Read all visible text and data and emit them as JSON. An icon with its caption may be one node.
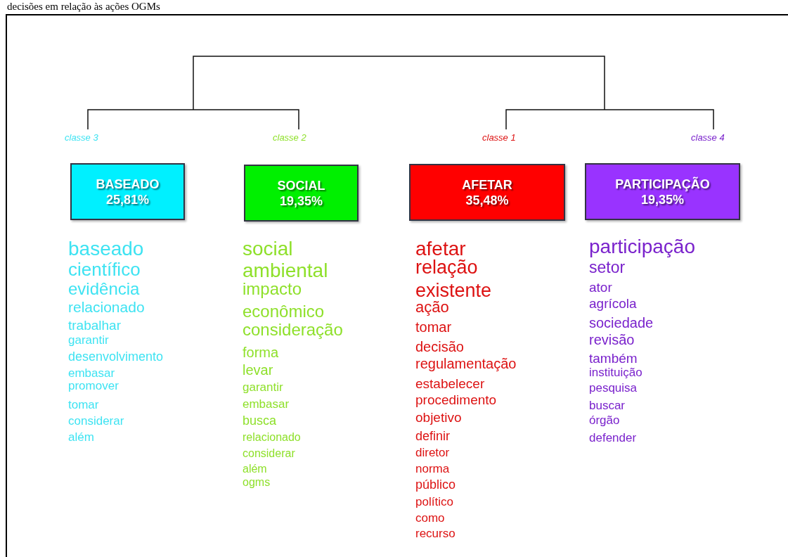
{
  "diagram": {
    "title": "decisões em relação às ações OGMs",
    "nodes": [
      {
        "text": [
          "BASEADO",
          "25,81%"
        ],
        "beside": [
          "classe 3",
          "baseado",
          "científico",
          "evidência",
          "relacionado",
          "trabalhar",
          "garantir",
          "desenvolvimento",
          "embasar",
          "promover",
          "tomar",
          "considerar",
          "além"
        ]
      },
      {
        "text": [
          "SOCIAL",
          "19,35%"
        ],
        "beside": [
          "classe 2",
          "social",
          "ambiental",
          "impacto",
          "econômico",
          "consideração",
          "forma",
          "levar",
          "garantir",
          "embasar",
          "busca",
          "relacionado",
          "considerar",
          "além",
          "ogms"
        ]
      },
      {
        "text": [
          "AFETAR",
          "35,48%"
        ],
        "beside": [
          "classe 1",
          "afetar",
          "relação",
          "existente",
          "ação",
          "tomar",
          "decisão",
          "regulamentação",
          "estabelecer",
          "procedimento",
          "objetivo",
          "definir",
          "diretor",
          "norma",
          "público",
          "político",
          "como",
          "recurso"
        ]
      },
      {
        "text": [
          "PARTICIPAÇÃO",
          "19,35%"
        ],
        "beside": [
          "classe 4",
          "participação",
          "setor",
          "ator",
          "agrícola",
          "sociedade",
          "revisão",
          "também",
          "instituição",
          "pesquisa",
          "buscar",
          "órgão",
          "defender"
        ]
      }
    ]
  }
}
